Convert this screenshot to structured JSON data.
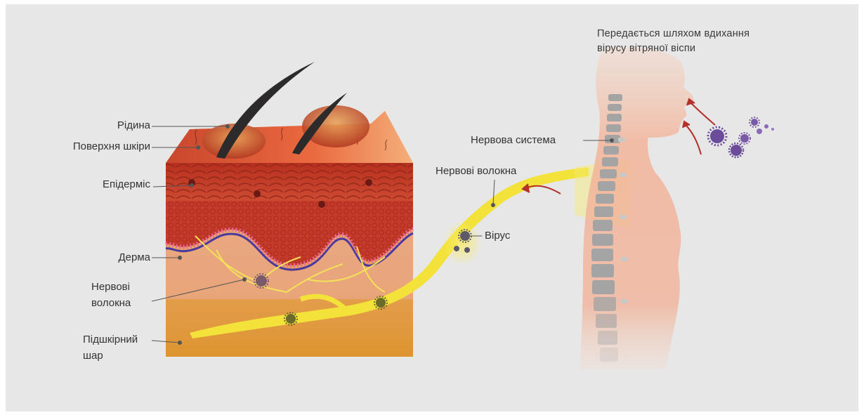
{
  "diagram": {
    "title": "Передається шляхом вдихання вірусу вітряної віспи",
    "labels": {
      "fluid": "Рідина",
      "skin_surface": "Поверхня шкіри",
      "epidermis": "Епідерміс",
      "dermis": "Дерма",
      "nerve_fibers_skin": "Нервові волокна",
      "subcutaneous": "Підшкірний шар",
      "virus": "Вірус",
      "nerve_fibers": "Нервові волокна",
      "nervous_system": "Нервова система"
    },
    "header": {
      "line1": "Передається шляхом вдихання",
      "line2": "вірусу вітряної віспи"
    },
    "multiline": {
      "nerve_fibers_skin_1": "Нервові",
      "nerve_fibers_skin_2": "волокна",
      "subcutaneous_1": "Підшкірний",
      "subcutaneous_2": "шар"
    },
    "colors": {
      "background": "#e7e7e7",
      "skin_top": "#e8553a",
      "epidermis": "#c9392c",
      "dermis": "#e6a07a",
      "subcutaneous": "#dc9a3a",
      "nerve": "#f3e03a",
      "virus": "#6a4d8c",
      "body": "#f2b9a0",
      "spine": "#9a9a9a",
      "arrow": "#b3312a"
    }
  }
}
